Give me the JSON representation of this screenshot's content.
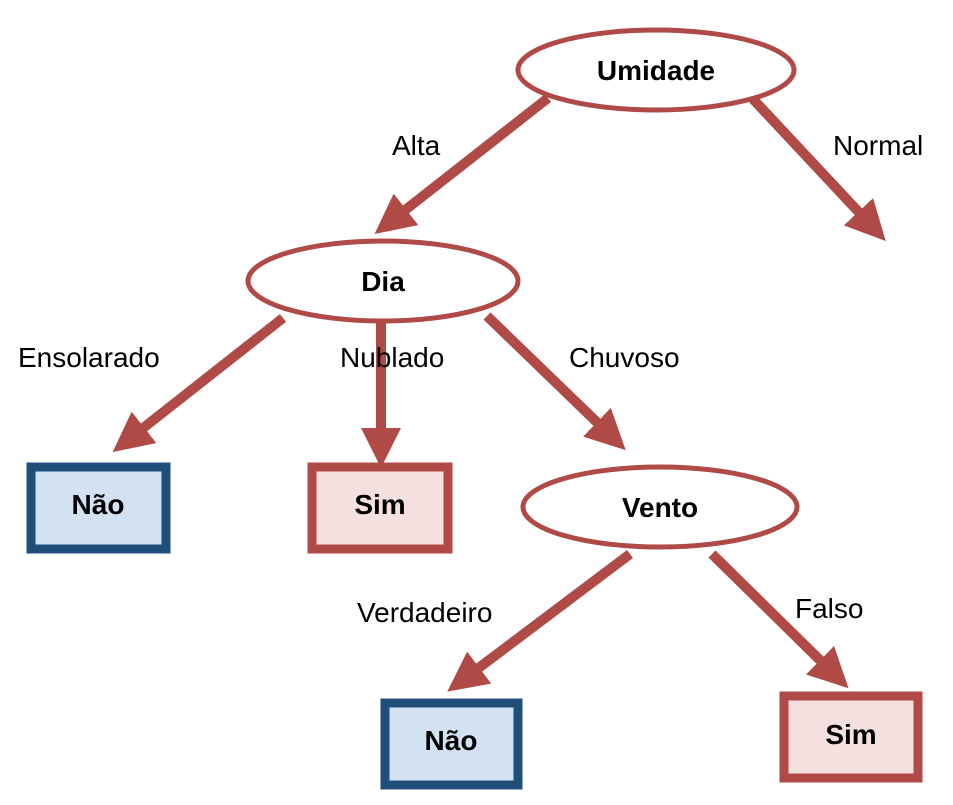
{
  "diagram": {
    "nodes": {
      "umidade": "Umidade",
      "dia": "Dia",
      "vento": "Vento"
    },
    "leaves": {
      "dia_ensolarado": "Não",
      "dia_nublado": "Sim",
      "vento_verdadeiro": "Não",
      "vento_falso": "Sim"
    },
    "edges": {
      "umidade_alta": "Alta",
      "umidade_normal": "Normal",
      "dia_ensolarado": "Ensolarado",
      "dia_nublado": "Nublado",
      "dia_chuvoso": "Chuvoso",
      "vento_verdadeiro": "Verdadeiro",
      "vento_falso": "Falso"
    },
    "colors": {
      "edge": "#b04a47",
      "leaf_no_border": "#1f4e79",
      "leaf_no_fill": "#d3e2f3",
      "leaf_yes_border": "#b04a47",
      "leaf_yes_fill": "#f4e0df"
    }
  }
}
